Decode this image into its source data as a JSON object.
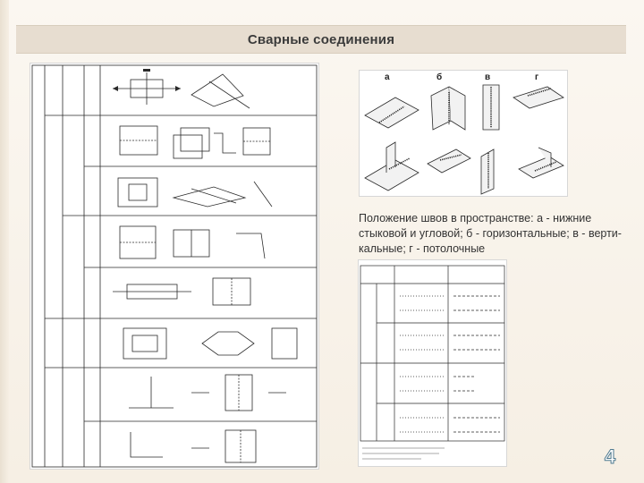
{
  "slide": {
    "title": "Сварные соединения",
    "page_number": "4"
  },
  "right_top_figure": {
    "labels": [
      "а",
      "б",
      "в",
      "г"
    ]
  },
  "caption": {
    "text": "Положение швов в пространстве: а - нижние стыковой и угловой; б - горизонтальные; в - верти-кальные; г - потолочные"
  },
  "colors": {
    "title_bar": "#e7ddd0",
    "background": "#f6efe4",
    "line_art": "#2a2a2a",
    "page_number_outline": "#4f7a8f"
  }
}
